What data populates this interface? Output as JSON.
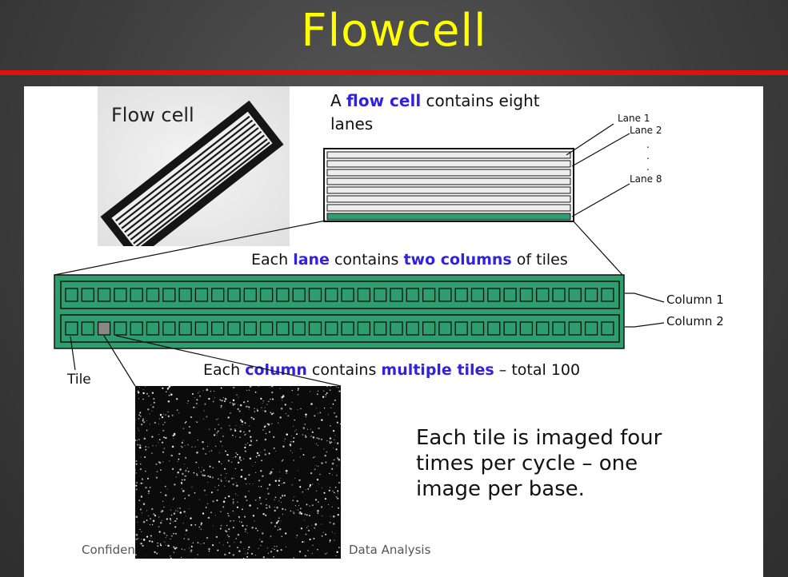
{
  "slide": {
    "title": "Flowcell"
  },
  "photo": {
    "label": "Flow cell"
  },
  "flowcell_text": {
    "prefix": "A ",
    "highlight": "flow cell",
    "suffix": " contains eight",
    "line2": "lanes"
  },
  "lane_labels": {
    "lane1": "Lane 1",
    "lane2": "Lane 2",
    "dots": ".",
    "lane8": "Lane 8"
  },
  "lane_text": {
    "p1": "Each ",
    "h1": "lane",
    "p2": " contains ",
    "h2": "two columns",
    "p3": " of tiles"
  },
  "column_labels": {
    "col1": "Column 1",
    "col2": "Column 2"
  },
  "tile_label": "Tile",
  "column_text": {
    "p1": "Each ",
    "h1": "column",
    "p2": " contains ",
    "h2": "multiple tiles",
    "p3": " – total 100"
  },
  "imaging_text": "Each tile is imaged four\ntimes per cycle – one\nimage per base.",
  "footer": {
    "left": "Confiden",
    "right": "Data Analysis"
  },
  "colors": {
    "title": "#ffff00",
    "rule": "#e01010",
    "highlight": "#3322dd",
    "lane_green": "#2f9e6e"
  }
}
